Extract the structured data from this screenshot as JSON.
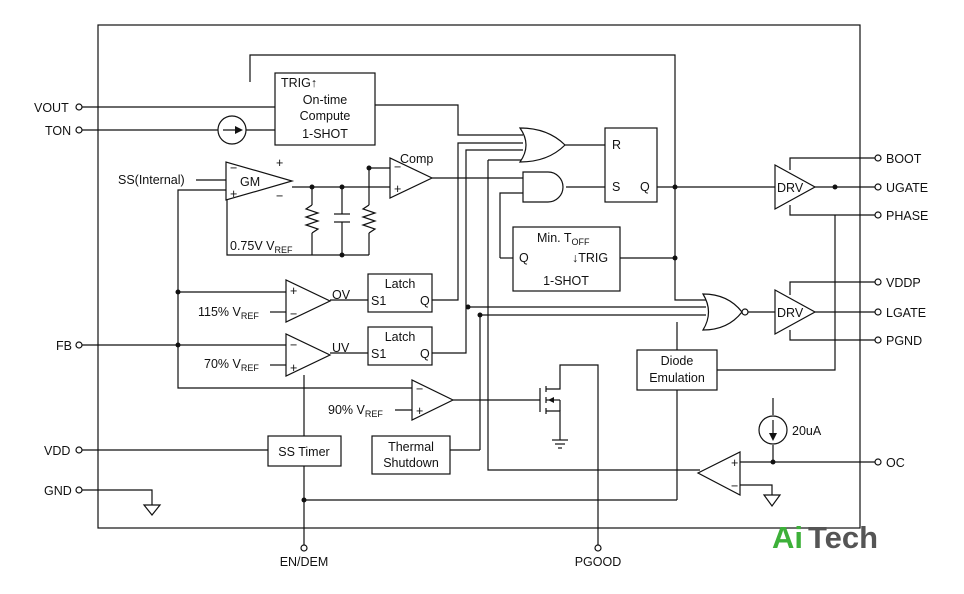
{
  "pins": {
    "vout": "VOUT",
    "ton": "TON",
    "fb": "FB",
    "vdd": "VDD",
    "gnd": "GND",
    "boot": "BOOT",
    "ugate": "UGATE",
    "phase": "PHASE",
    "vddp": "VDDP",
    "lgate": "LGATE",
    "pgnd": "PGND",
    "oc": "OC",
    "en_dem": "EN/DEM",
    "pgood": "PGOOD"
  },
  "blocks": {
    "ontime": {
      "trig": "TRIG",
      "trig_arrow": "↑",
      "line1": "On-time",
      "line2": "Compute",
      "line3": "1-SHOT"
    },
    "mintoff": {
      "title": "Min. T",
      "title_sub": "OFF",
      "q": "Q",
      "trig": "↓TRIG",
      "shot": "1-SHOT"
    },
    "sr": {
      "r": "R",
      "s": "S",
      "q": "Q"
    },
    "latch_ov": {
      "title": "Latch",
      "s1": "S1",
      "q": "Q"
    },
    "latch_uv": {
      "title": "Latch",
      "s1": "S1",
      "q": "Q"
    },
    "drv_high": "DRV",
    "drv_low": "DRV",
    "diode": {
      "line1": "Diode",
      "line2": "Emulation"
    },
    "ss_timer": "SS Timer",
    "thermal": {
      "line1": "Thermal",
      "line2": "Shutdown"
    }
  },
  "labels": {
    "gm": "GM",
    "comp": "Comp",
    "ss_internal": "SS(Internal)",
    "vref075": "0.75V V",
    "vref075_sub": "REF",
    "vref115": "115% V",
    "vref115_sub": "REF",
    "vref70": "70% V",
    "vref70_sub": "REF",
    "vref90": "90% V",
    "vref90_sub": "REF",
    "ov": "OV",
    "uv": "UV",
    "current": "20uA",
    "plus": "+",
    "minus": "−"
  },
  "logo": {
    "ai": "Ai",
    "tech": "Tech",
    "color_ai": "#3db039",
    "color_tech": "#555555"
  }
}
